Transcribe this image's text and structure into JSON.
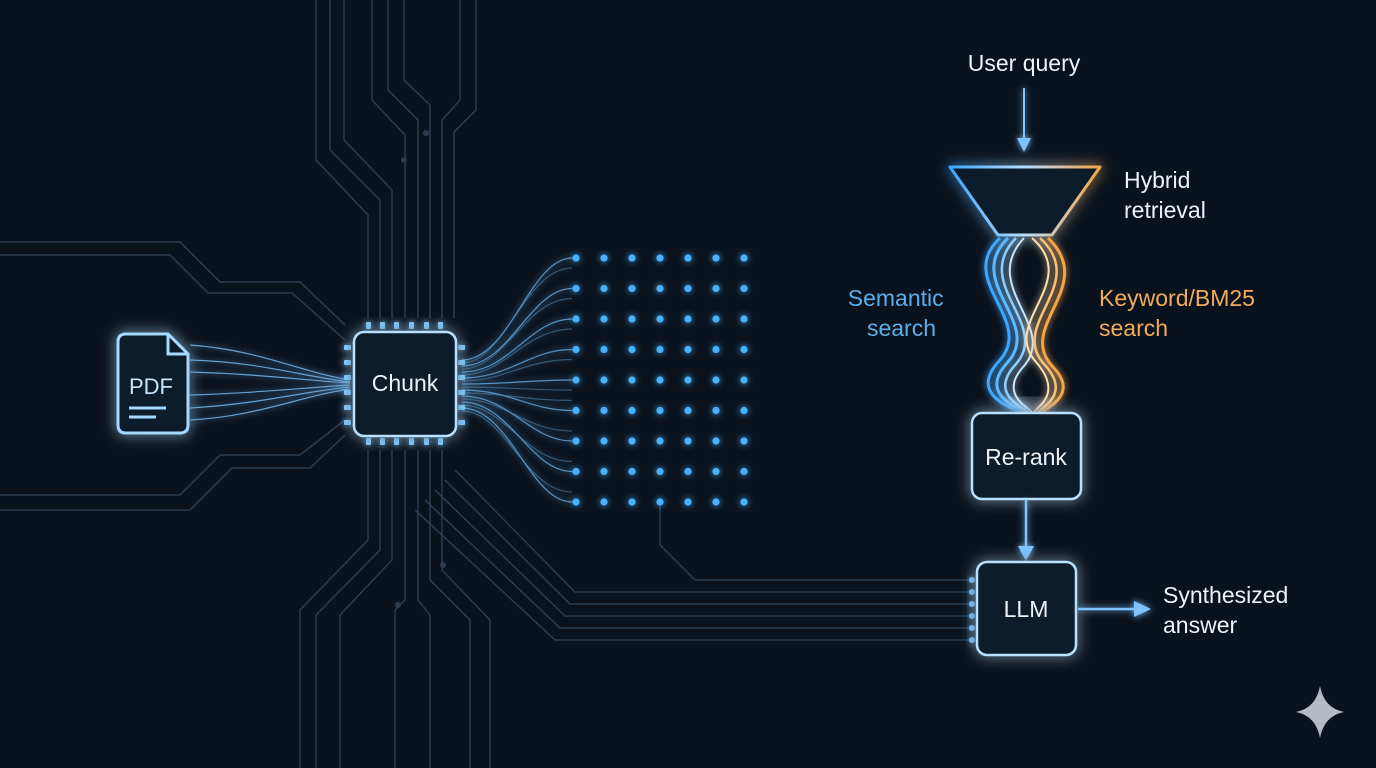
{
  "diagram": {
    "document_icon_label": "PDF",
    "nodes": {
      "chunk": "Chunk",
      "rerank": "Re-rank",
      "llm": "LLM"
    },
    "labels": {
      "user_query": "User query",
      "hybrid_retrieval": [
        "Hybrid",
        "retrieval"
      ],
      "semantic_search": [
        "Semantic",
        "search"
      ],
      "keyword_search": [
        "Keyword/BM25",
        "search"
      ],
      "synthesized_answer": [
        "Synthesized",
        "answer"
      ]
    },
    "embedding_grid": {
      "rows": 9,
      "cols": 7
    },
    "colors": {
      "background": "#0a121d",
      "circuit_line": "#2b3d52",
      "glow_blue": "#3fa7ff",
      "node_border": "#b9e1ff",
      "node_fill": "#0d1a29",
      "text": "#eef3f8",
      "semantic_text": "#5aaeee",
      "keyword_text": "#f0ac5c",
      "keyword_stream": "#f3a548",
      "watermark": "#c9ced6"
    },
    "watermark_icon": "sparkle-icon"
  }
}
